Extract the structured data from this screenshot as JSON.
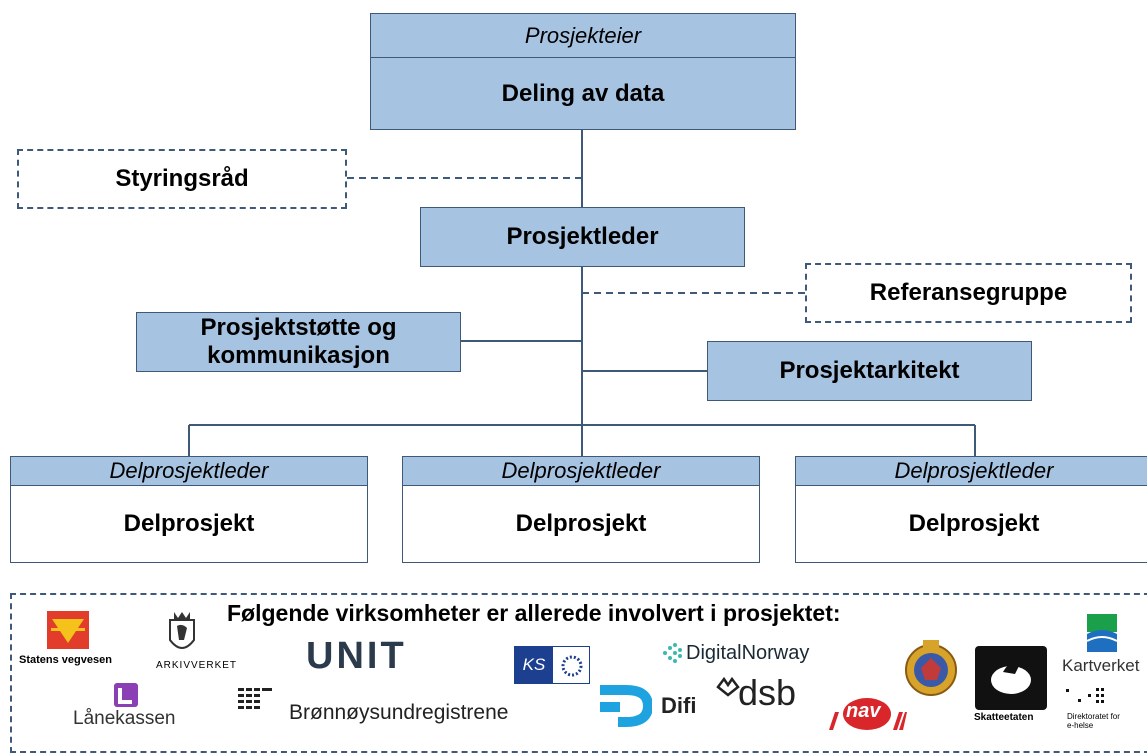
{
  "owner": {
    "role": "Prosjekteier",
    "title": "Deling av data"
  },
  "steering": "Styringsråd",
  "manager": "Prosjektleder",
  "reference": "Referansegruppe",
  "support": {
    "line1": "Prosjektstøtte og",
    "line2": "kommunikasjon"
  },
  "architect": "Prosjektarkitekt",
  "subprojects": [
    {
      "role": "Delprosjektleder",
      "title": "Delprosjekt"
    },
    {
      "role": "Delprosjektleder",
      "title": "Delprosjekt"
    },
    {
      "role": "Delprosjektleder",
      "title": "Delprosjekt"
    }
  ],
  "participants": {
    "heading": "Følgende virksomheter er allerede involvert i prosjektet:",
    "logos": {
      "vegvesen": "Statens vegvesen",
      "arkivverket": "ARKIVVERKET",
      "unit": "UNIT",
      "ks": "KS",
      "digitalnorway": "DigitalNorway",
      "kartverket": "Kartverket",
      "lanekassen": "Lånekassen",
      "bronnoysund": "Brønnøysundregistrene",
      "difi": "Difi",
      "dsb": "dsb",
      "nav": "nav",
      "skatteetaten": "Skatteetaten",
      "ehelse_line1": "Direktoratet for",
      "ehelse_line2": "e-helse"
    }
  }
}
